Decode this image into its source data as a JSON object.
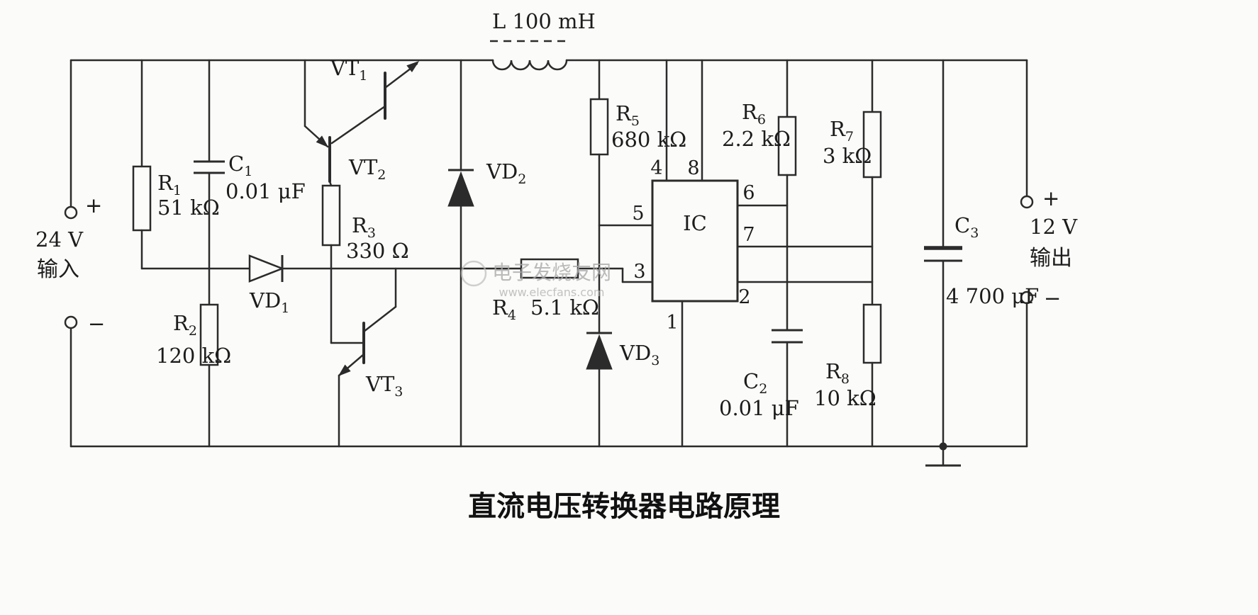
{
  "title": "直流电压转换器电路原理",
  "watermark": {
    "site_name": "电子发烧友网",
    "site_url": "www.elecfans.com"
  },
  "io": {
    "input": {
      "plus": "+",
      "minus": "−",
      "voltage": "24 V",
      "label": "输入"
    },
    "output": {
      "plus": "+",
      "minus": "−",
      "voltage": "12 V",
      "label": "输出"
    }
  },
  "components": {
    "L": {
      "label": "L 100 mH"
    },
    "R1": {
      "base": "R",
      "sub": "1",
      "value": "51 kΩ"
    },
    "R2": {
      "base": "R",
      "sub": "2",
      "value": "120 kΩ"
    },
    "R3": {
      "base": "R",
      "sub": "3",
      "value": "330 Ω"
    },
    "R4": {
      "base": "R",
      "sub": "4",
      "value": "5.1 kΩ"
    },
    "R5": {
      "base": "R",
      "sub": "5",
      "value": "680 kΩ"
    },
    "R6": {
      "base": "R",
      "sub": "6",
      "value": "2.2 kΩ"
    },
    "R7": {
      "base": "R",
      "sub": "7",
      "value": "3 kΩ"
    },
    "R8": {
      "base": "R",
      "sub": "8",
      "value": "10 kΩ"
    },
    "C1": {
      "base": "C",
      "sub": "1",
      "value": "0.01 μF"
    },
    "C2": {
      "base": "C",
      "sub": "2",
      "value": "0.01 μF"
    },
    "C3": {
      "base": "C",
      "sub": "3",
      "value": "4 700 μF"
    },
    "VD1": {
      "base": "VD",
      "sub": "1"
    },
    "VD2": {
      "base": "VD",
      "sub": "2"
    },
    "VD3": {
      "base": "VD",
      "sub": "3"
    },
    "VT1": {
      "base": "VT",
      "sub": "1"
    },
    "VT2": {
      "base": "VT",
      "sub": "2"
    },
    "VT3": {
      "base": "VT",
      "sub": "3"
    },
    "IC": {
      "label": "IC"
    }
  },
  "ic_pins": {
    "p1": "1",
    "p2": "2",
    "p3": "3",
    "p4": "4",
    "p5": "5",
    "p6": "6",
    "p7": "7",
    "p8": "8"
  }
}
